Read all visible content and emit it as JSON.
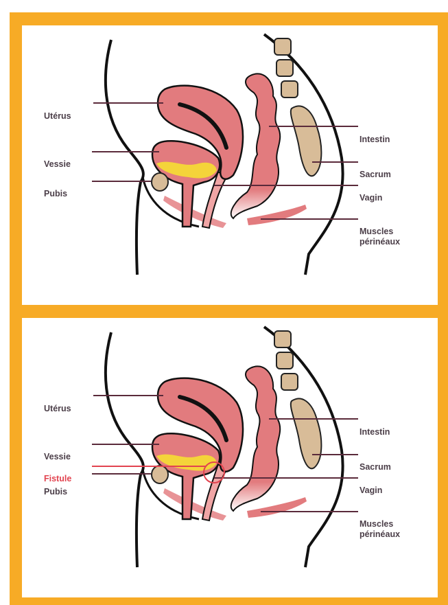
{
  "panels": [
    {
      "name": "normal",
      "labels": {
        "uterus": "Utérus",
        "bladder": "Vessie",
        "pubis": "Pubis",
        "intestine": "Intestin",
        "sacrum": "Sacrum",
        "vagina": "Vagin",
        "muscles_1": "Muscles",
        "muscles_2": "périnéaux"
      }
    },
    {
      "name": "fistula",
      "labels": {
        "uterus": "Utérus",
        "bladder": "Vessie",
        "fistula": "Fistule",
        "pubis": "Pubis",
        "intestine": "Intestin",
        "sacrum": "Sacrum",
        "vagina": "Vagin",
        "muscles_1": "Muscles",
        "muscles_2": "périnéaux"
      }
    }
  ],
  "colors": {
    "frame": "#f7ab26",
    "organ": "#e27b7e",
    "urine": "#f4d43a",
    "bone": "#d8bc98",
    "leader": "#5a2a3a",
    "fistula": "#e2434f"
  }
}
